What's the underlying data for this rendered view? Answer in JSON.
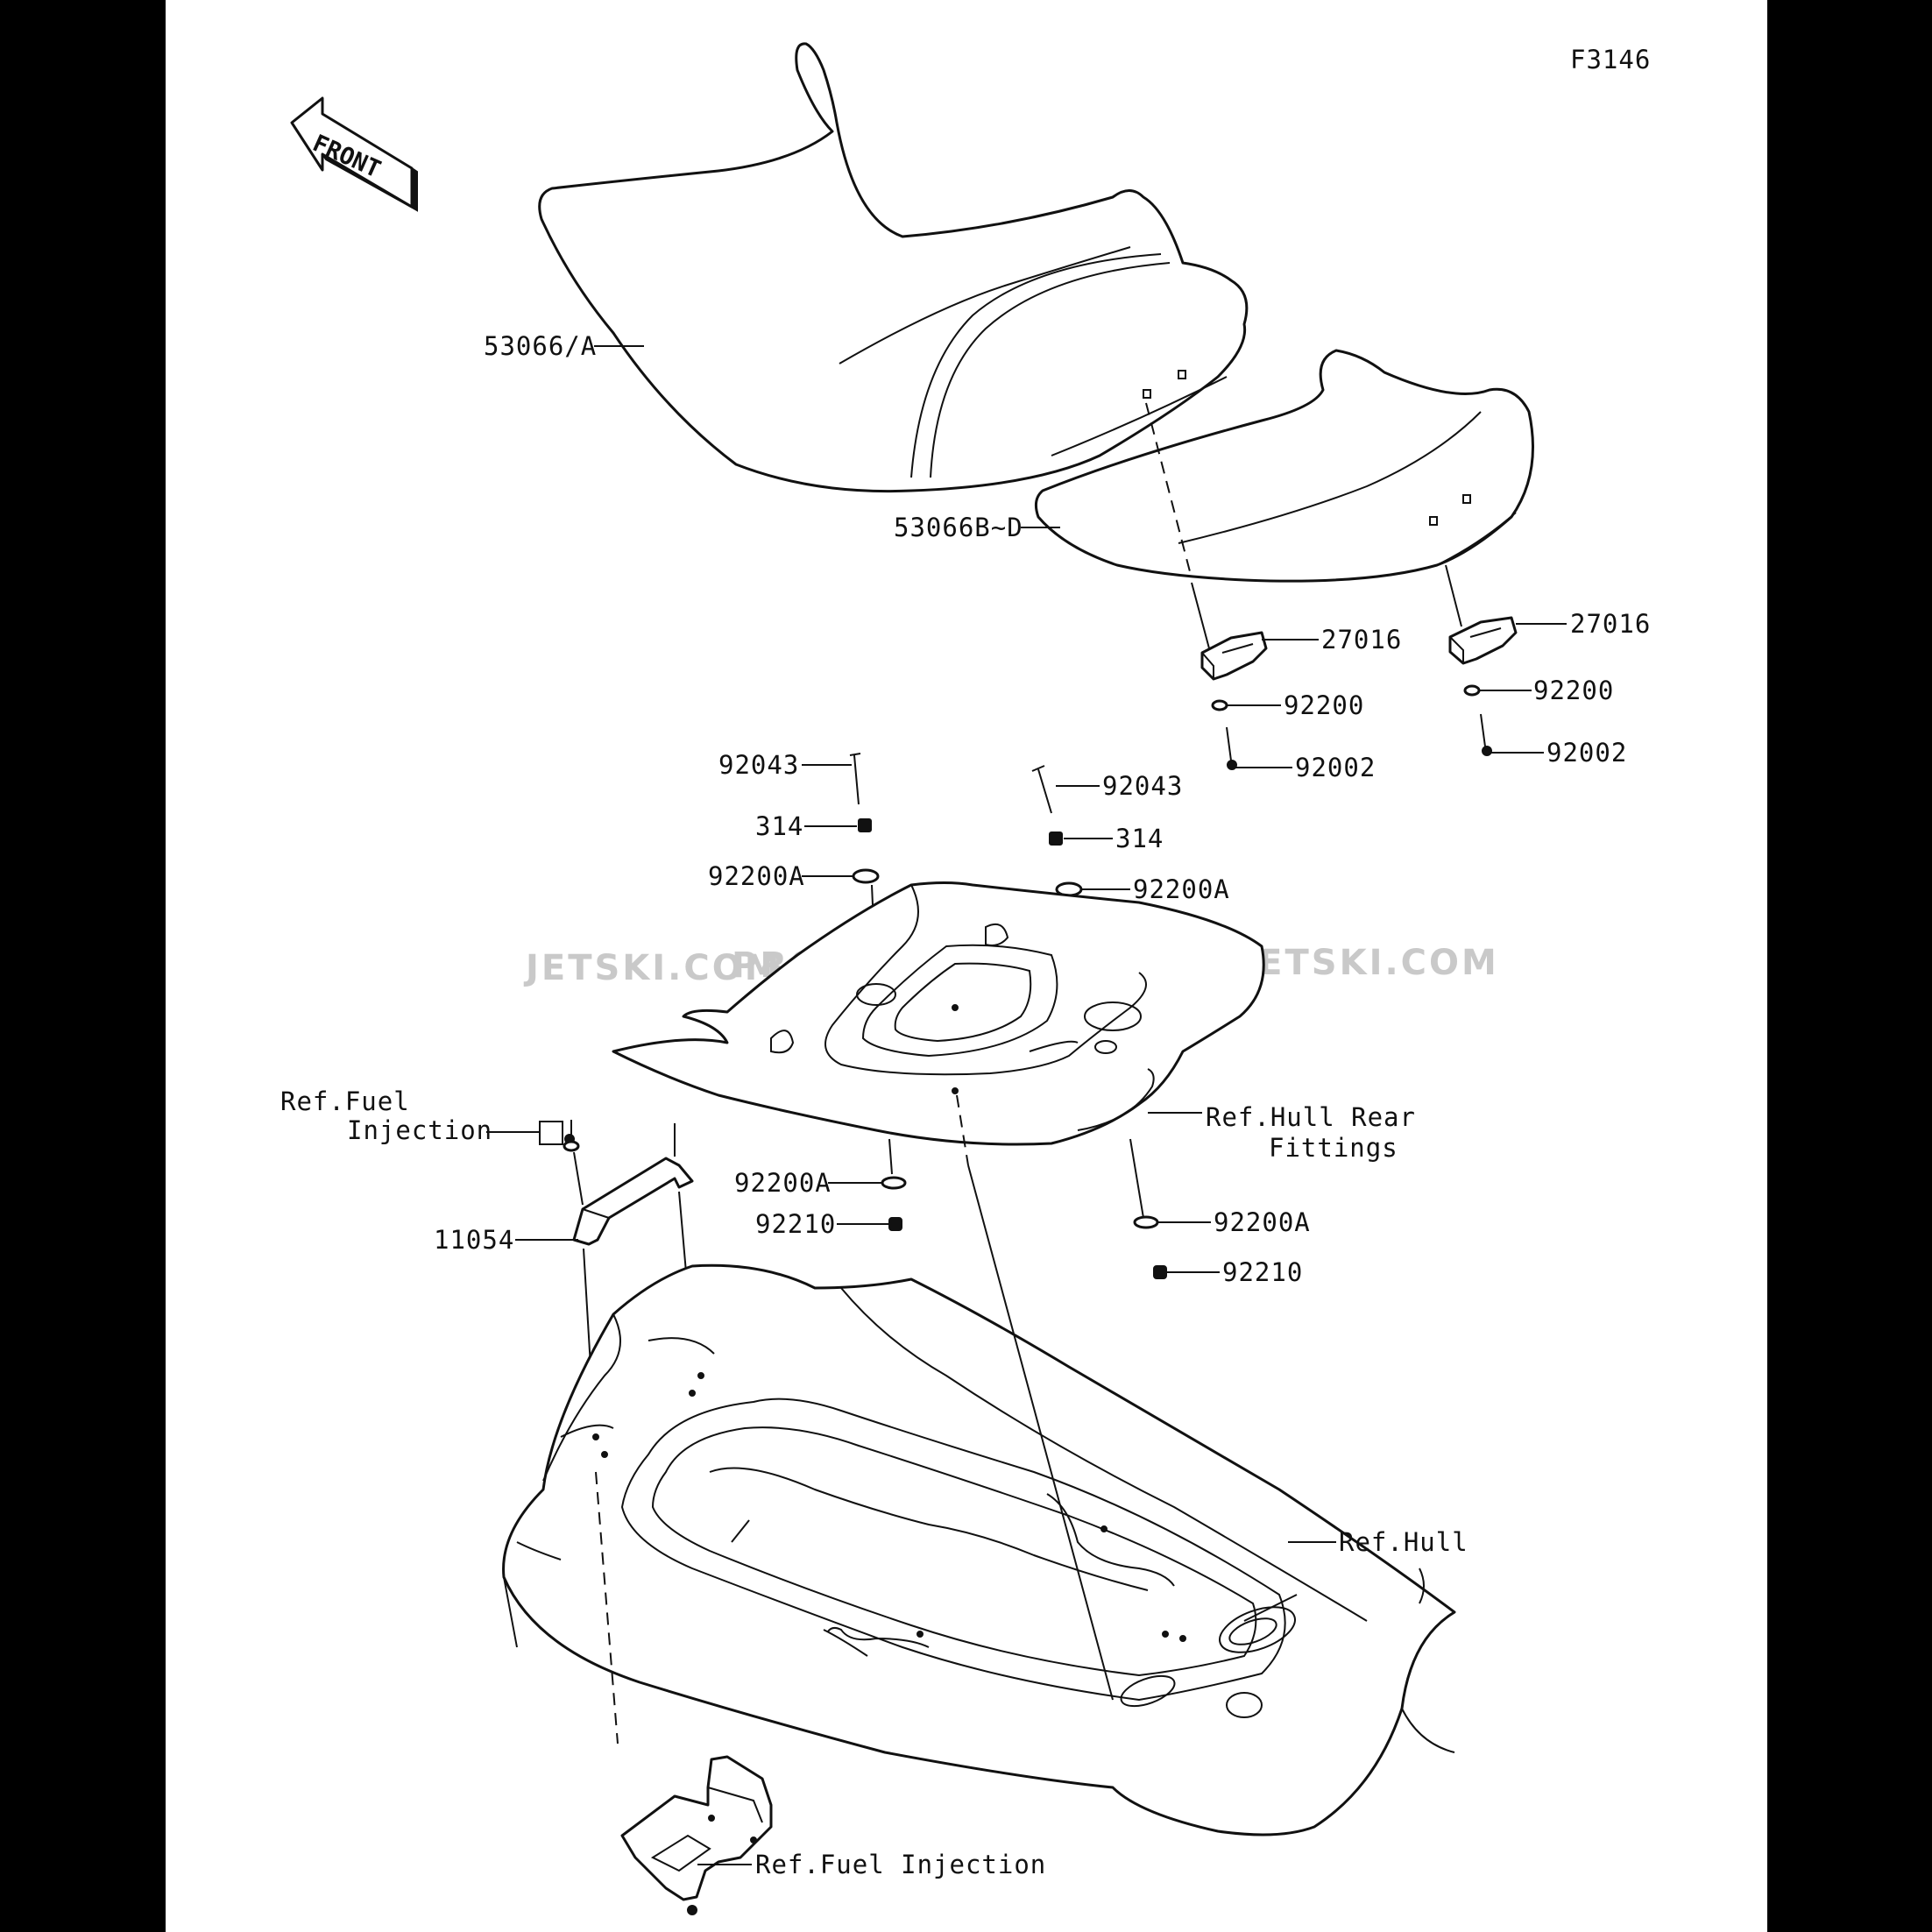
{
  "figure_code": "F3146",
  "front_label": "FRONT",
  "watermarks": [
    "JETSKI.COM",
    "PROMO-JETSKI.COM",
    "PROMO-JETSKI.COM"
  ],
  "callouts": {
    "seat_front": "53066/A",
    "seat_rear": "53066B~D",
    "bracket_left": "27016",
    "bracket_right": "27016",
    "washer_left": "92200",
    "washer_right": "92200",
    "bolt_left": "92002",
    "bolt_right": "92002",
    "stud_left": "92043",
    "stud_right": "92043",
    "nut_left": "314",
    "nut_right": "314",
    "washer_a_upper_left": "92200A",
    "washer_a_upper_right": "92200A",
    "washer_a_lower_left": "92200A",
    "washer_a_lower_right": "92200A",
    "nut_lower_left": "92210",
    "nut_lower_right": "92210",
    "bracket_11054": "11054",
    "ref_fuel_injection_top_1": "Ref.Fuel",
    "ref_fuel_injection_top_2": "Injection",
    "ref_hull_rear_1": "Ref.Hull Rear",
    "ref_hull_rear_2": "Fittings",
    "ref_hull": "Ref.Hull",
    "ref_fuel_injection_bottom": "Ref.Fuel Injection"
  }
}
